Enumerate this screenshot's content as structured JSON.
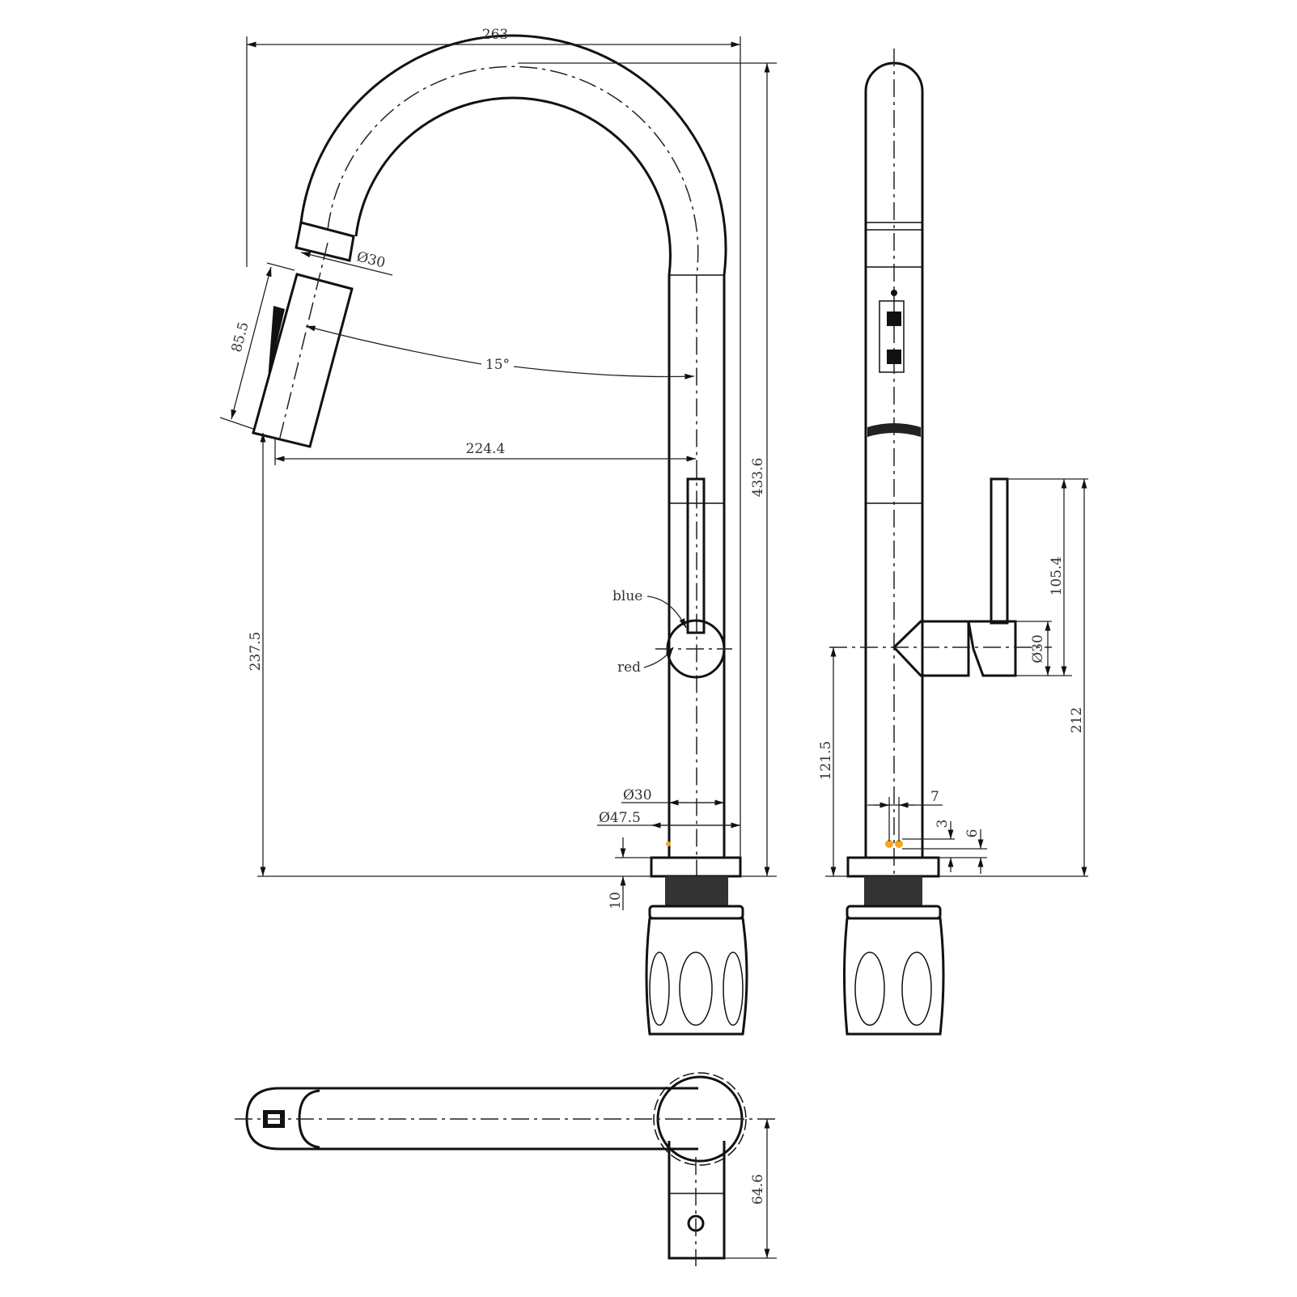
{
  "front_view": {
    "width_total": "263",
    "head_diameter": "Ø30",
    "head_length": "85.5",
    "swivel_angle": "15°",
    "reach": "224.4",
    "height_total": "433.6",
    "spout_height": "237.5",
    "handle_blue": "blue",
    "handle_red": "red",
    "body_diameter": "Ø30",
    "base_diameter": "Ø47.5",
    "base_height": "10"
  },
  "side_view": {
    "lever_length": "105.4",
    "handle_diameter": "Ø30",
    "lever_top_height": "212",
    "handle_height": "121.5",
    "indicator_spacing": "7",
    "indicator_offset_a": "3",
    "indicator_offset_b": "6",
    "indicator_color": "#f5a623"
  },
  "top_view": {
    "handle_offset": "64.6"
  }
}
